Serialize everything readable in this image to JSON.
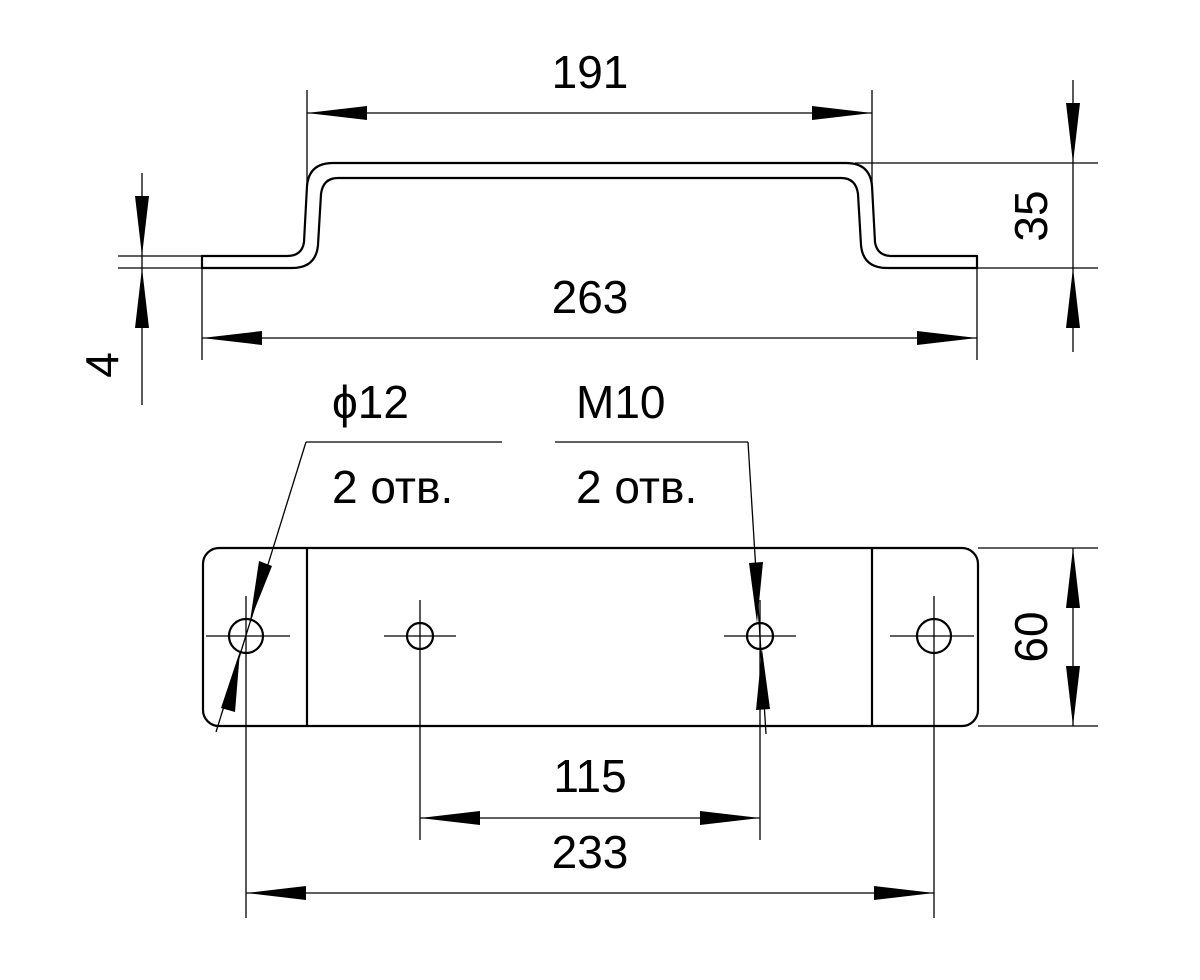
{
  "side_view": {
    "dimensions": {
      "inner_width": "191",
      "overall_length": "263",
      "height": "35",
      "thickness": "4"
    }
  },
  "top_view": {
    "callouts": {
      "through_hole_diameter": "ϕ12",
      "through_hole_count": "2 отв.",
      "thread_size": "M10",
      "thread_count": "2 отв."
    },
    "dimensions": {
      "thread_spacing": "115",
      "through_hole_spacing": "233",
      "width": "60"
    }
  }
}
